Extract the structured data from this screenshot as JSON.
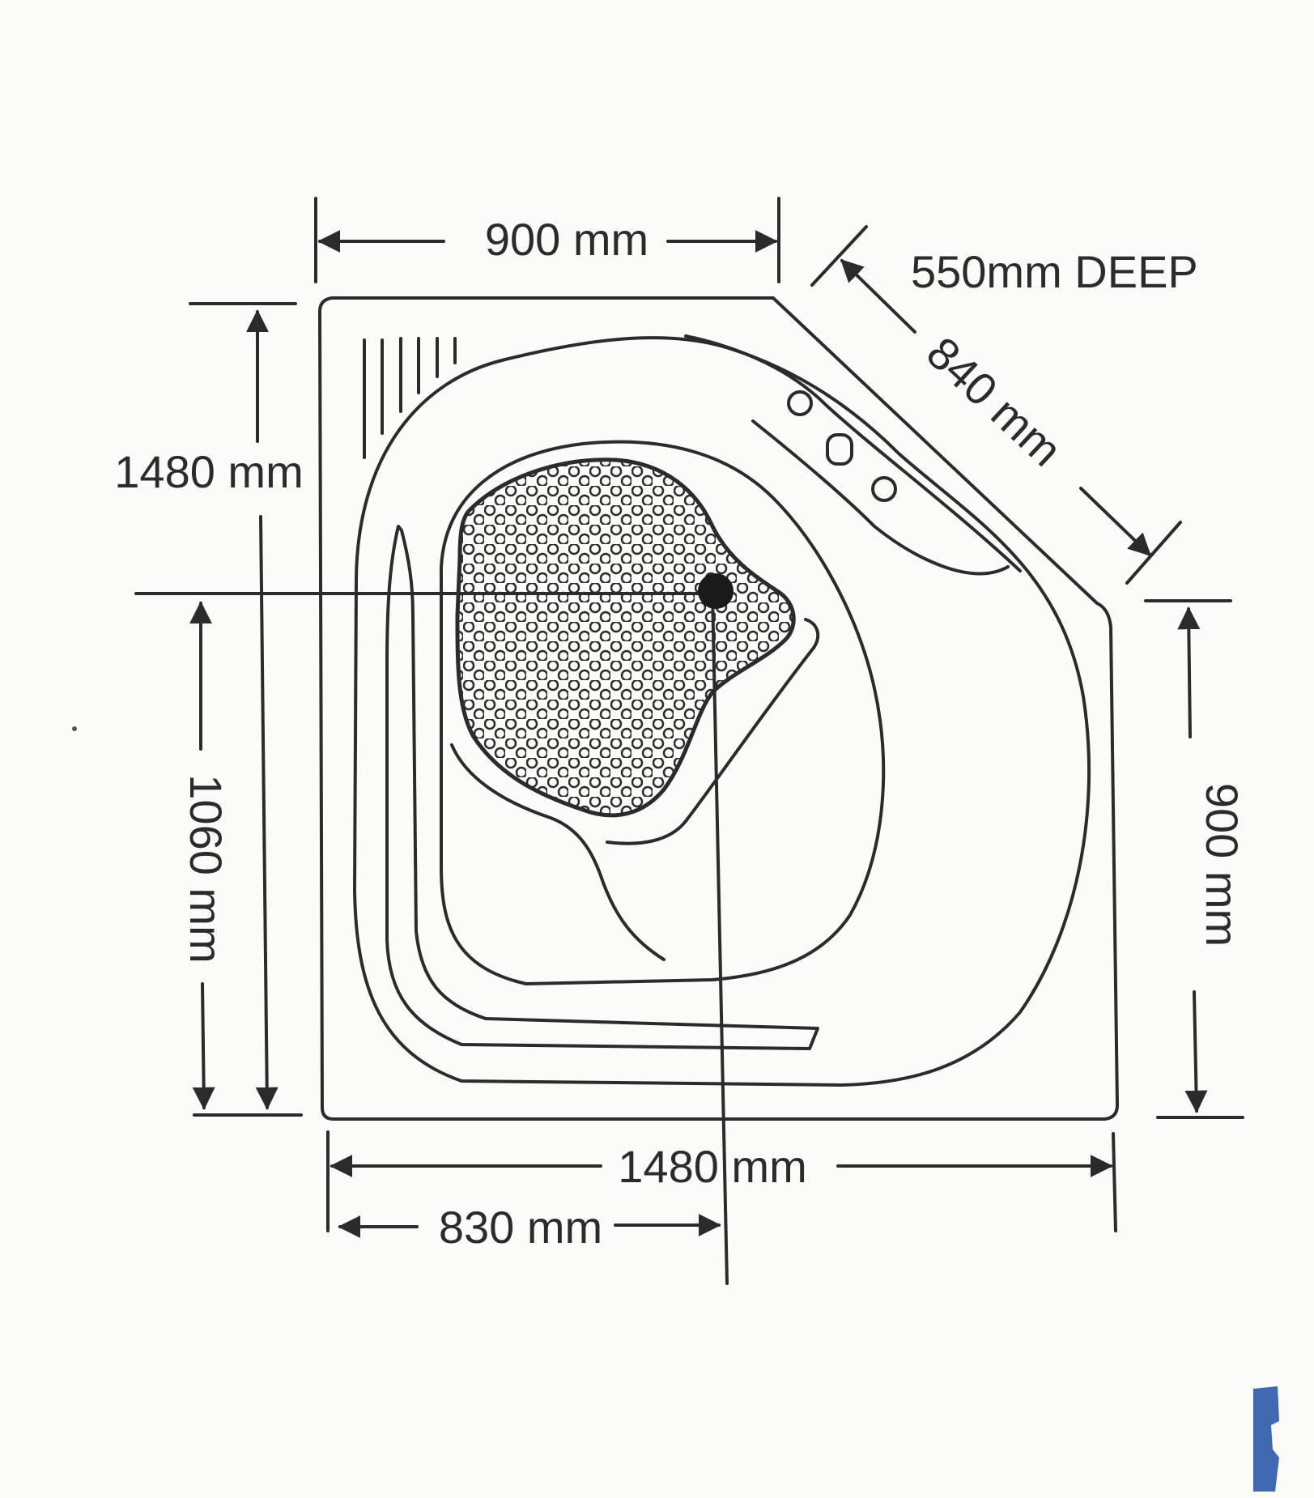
{
  "dimensions": {
    "top_width": "900 mm",
    "depth": "550mm DEEP",
    "diagonal": "840 mm",
    "left_height": "1480 mm",
    "drain_from_bottom": "1060 mm",
    "right_height": "900 mm",
    "bottom_width": "1480 mm",
    "drain_from_left": "830 mm"
  },
  "colors": {
    "ink": "#2b2b2b",
    "background": "#fbfbf9",
    "corner_mark": "#3f68b0"
  }
}
